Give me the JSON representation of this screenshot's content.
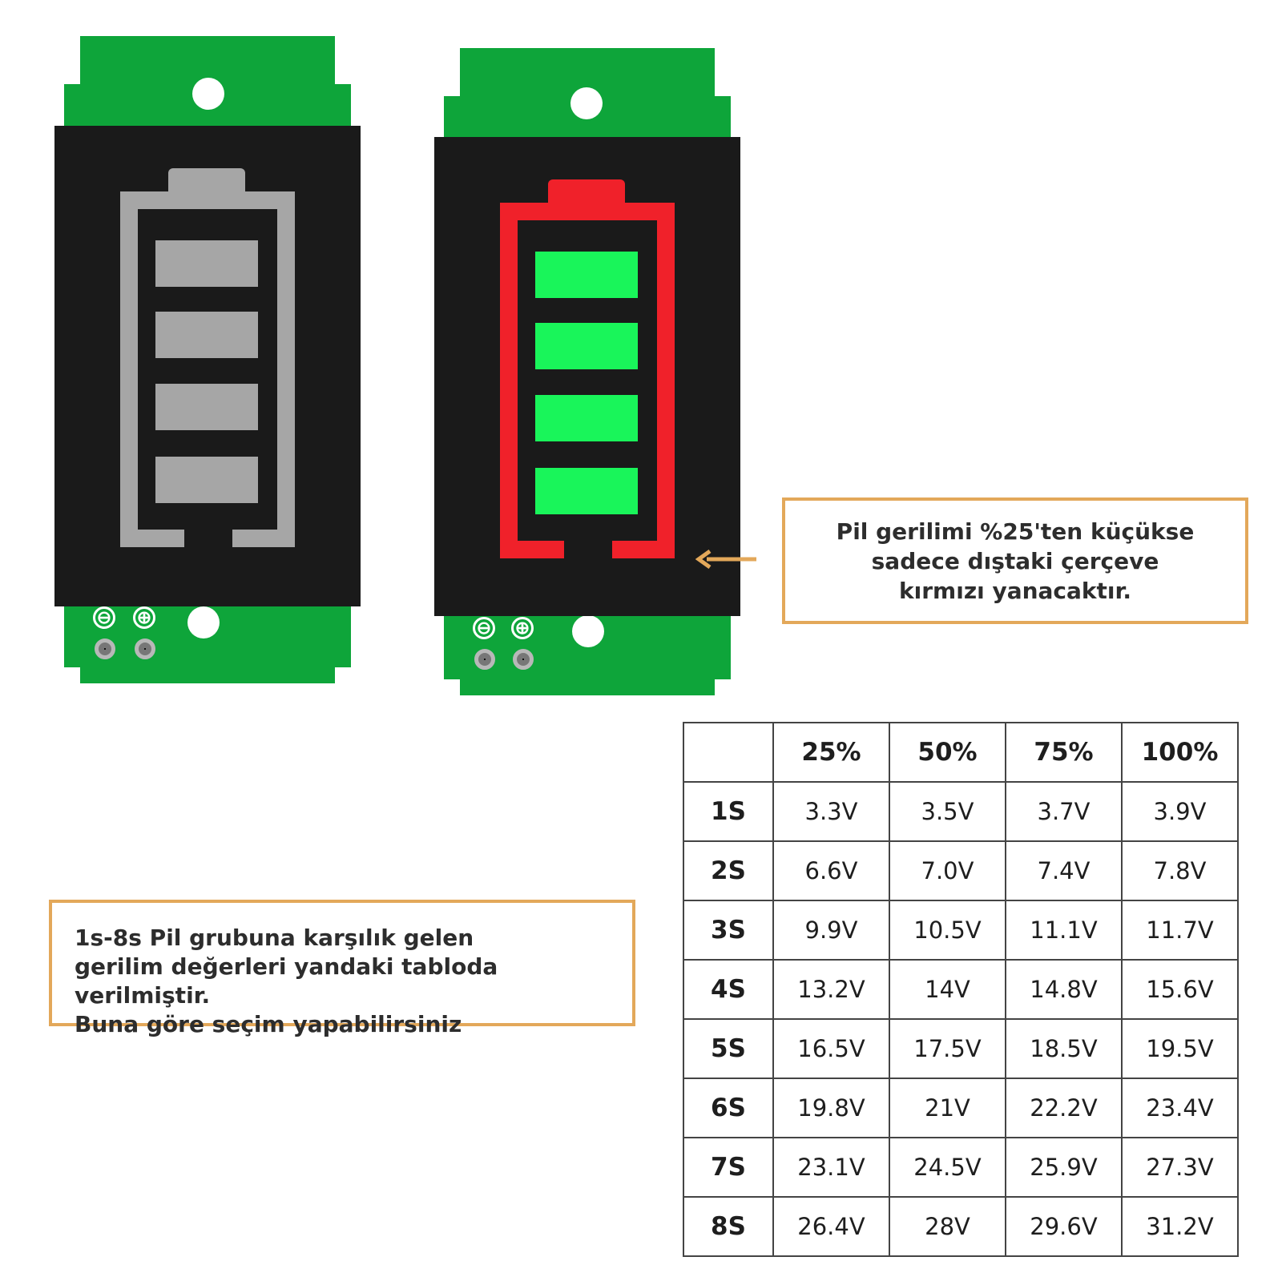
{
  "colors": {
    "pcb_green": "#0ea53a",
    "lcd_black": "#1a1a1a",
    "segment_off": "#a6a6a6",
    "segment_on": "#19f55a",
    "frame_on": "#f0212a",
    "note_border": "#e3a85a",
    "arrow": "#e3a85a"
  },
  "modules": [
    {
      "state": "off",
      "segments": 4,
      "frame_color": "#a6a6a6",
      "segment_color": "#a6a6a6"
    },
    {
      "state": "on",
      "segments": 4,
      "frame_color": "#f0212a",
      "segment_color": "#19f55a"
    }
  ],
  "pin_marks": {
    "minus": "⊖",
    "plus": "⊕"
  },
  "note_top": {
    "lines": [
      "Pil gerilimi %25'ten küçükse",
      "sadece dıştaki çerçeve",
      "kırmızı yanacaktır."
    ]
  },
  "note_left": {
    "lines": [
      "1s-8s Pil grubuna karşılık gelen",
      "gerilim değerleri yandaki tabloda verilmiştir.",
      "Buna göre seçim yapabilirsiniz"
    ]
  },
  "table": {
    "corner": "",
    "headers": [
      "25%",
      "50%",
      "75%",
      "100%"
    ],
    "rows": [
      {
        "label": "1S",
        "values": [
          "3.3V",
          "3.5V",
          "3.7V",
          "3.9V"
        ]
      },
      {
        "label": "2S",
        "values": [
          "6.6V",
          "7.0V",
          "7.4V",
          "7.8V"
        ]
      },
      {
        "label": "3S",
        "values": [
          "9.9V",
          "10.5V",
          "11.1V",
          "11.7V"
        ]
      },
      {
        "label": "4S",
        "values": [
          "13.2V",
          "14V",
          "14.8V",
          "15.6V"
        ]
      },
      {
        "label": "5S",
        "values": [
          "16.5V",
          "17.5V",
          "18.5V",
          "19.5V"
        ]
      },
      {
        "label": "6S",
        "values": [
          "19.8V",
          "21V",
          "22.2V",
          "23.4V"
        ]
      },
      {
        "label": "7S",
        "values": [
          "23.1V",
          "24.5V",
          "25.9V",
          "27.3V"
        ]
      },
      {
        "label": "8S",
        "values": [
          "26.4V",
          "28V",
          "29.6V",
          "31.2V"
        ]
      }
    ]
  }
}
